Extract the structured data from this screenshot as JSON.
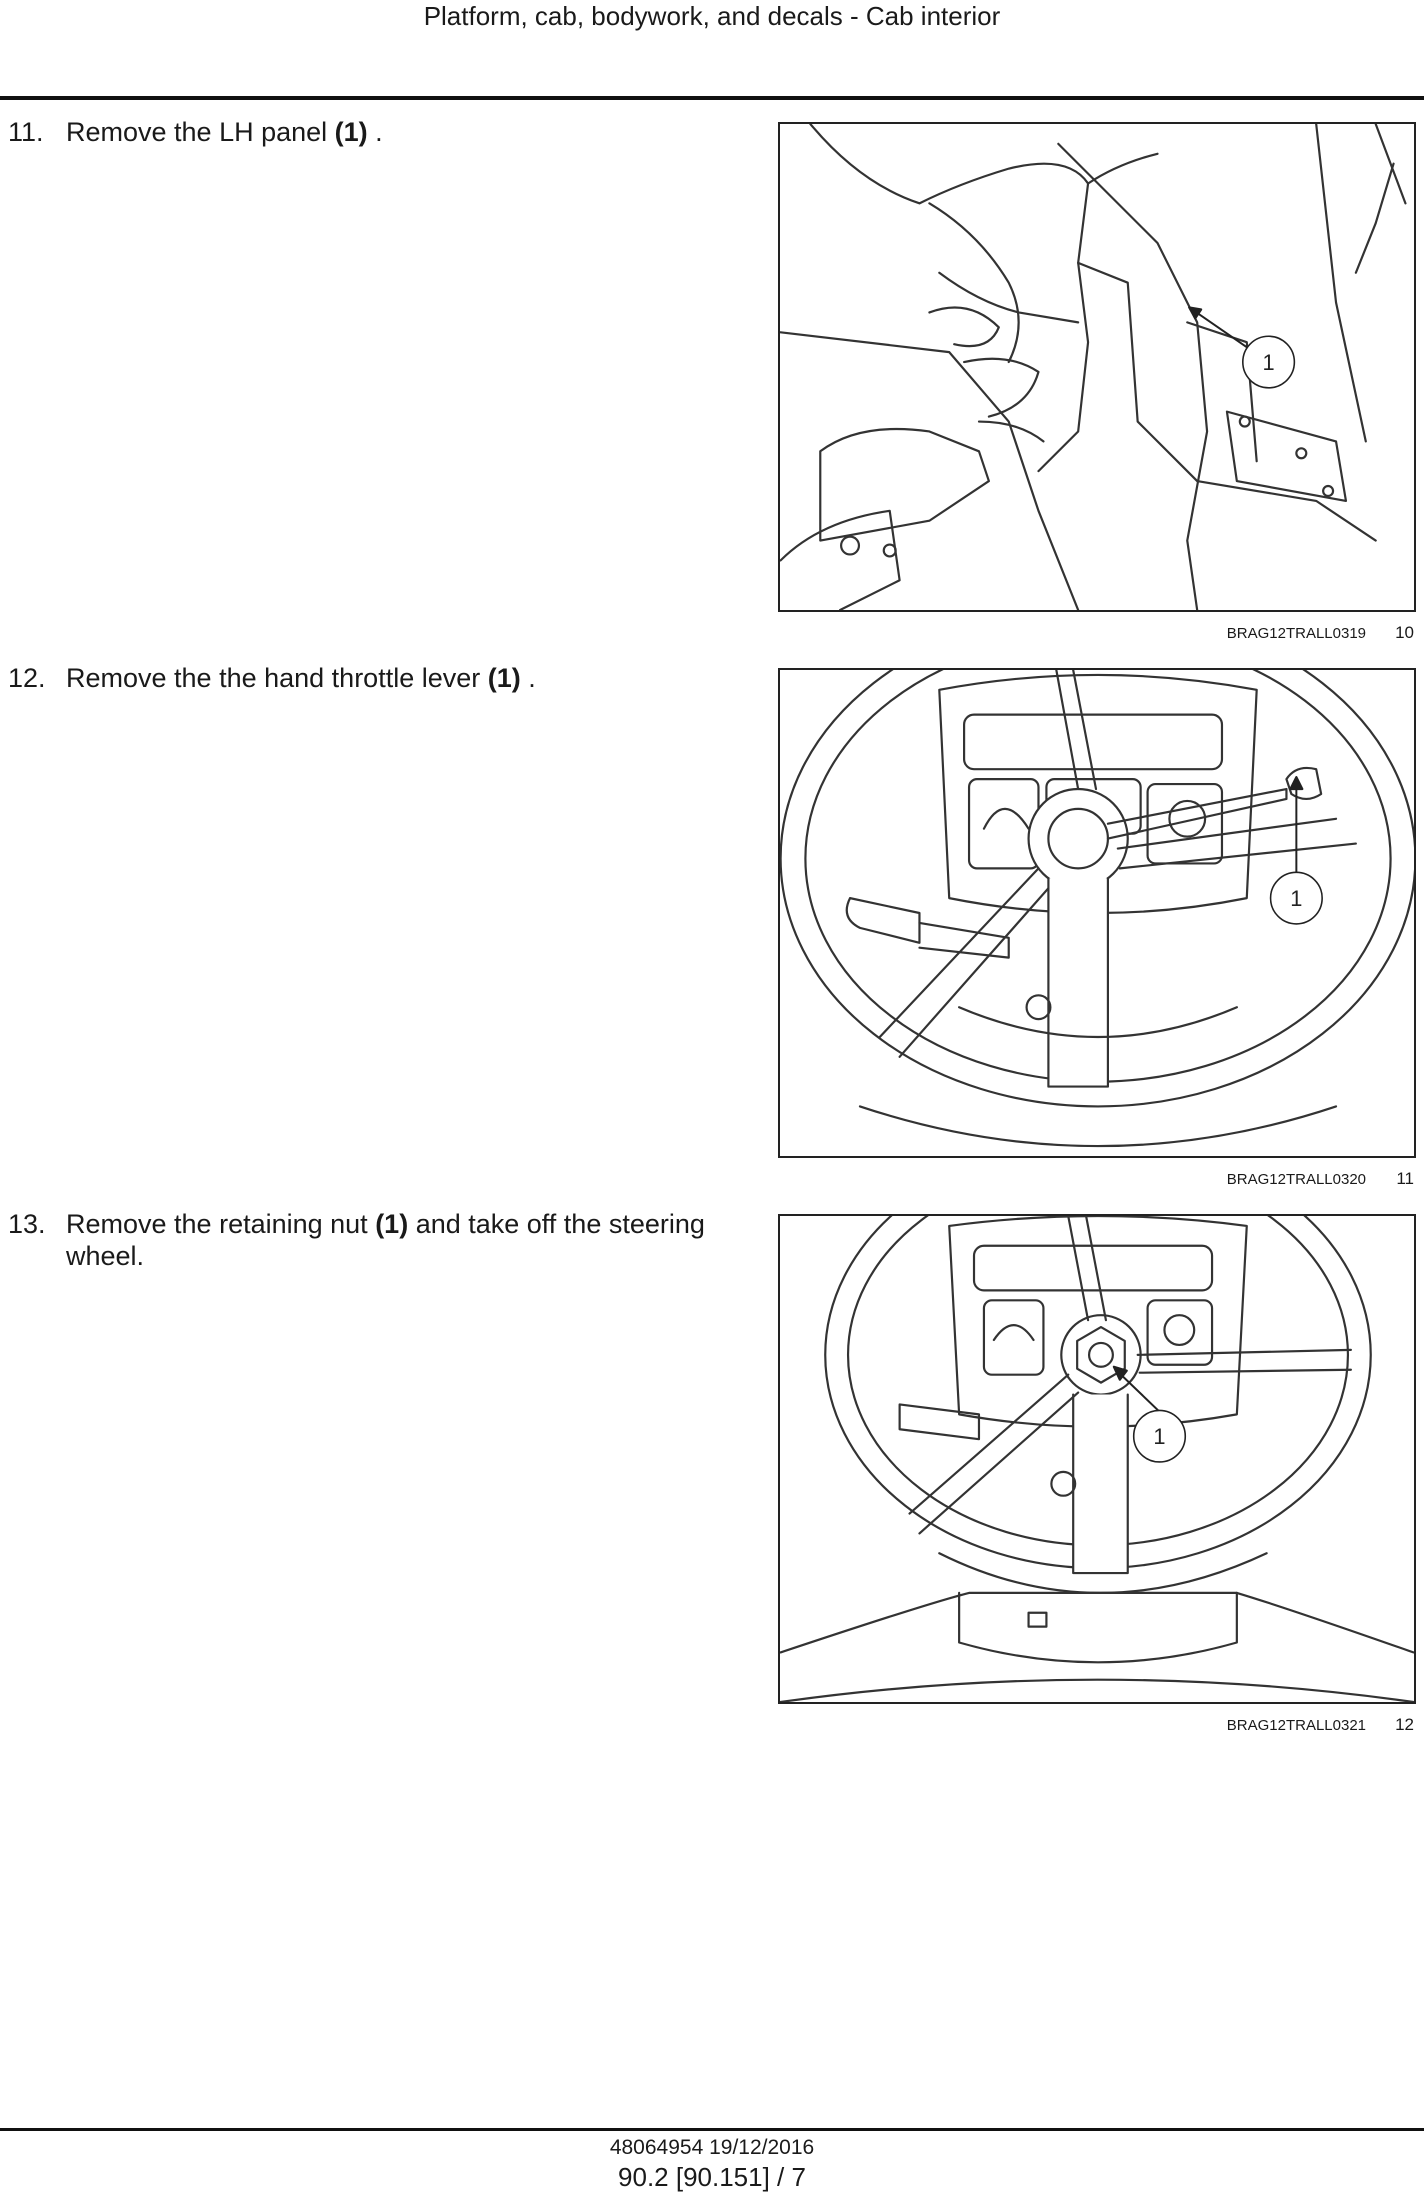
{
  "header": {
    "title": "Platform, cab, bodywork, and decals - Cab interior"
  },
  "steps": [
    {
      "number": "11.",
      "text_before": "Remove the LH panel ",
      "bold": "(1)",
      "text_after": " .",
      "figure": {
        "callout": "1",
        "code": "BRAG12TRALL0319",
        "number": "10"
      }
    },
    {
      "number": "12.",
      "text_before": "Remove the the hand throttle lever ",
      "bold": "(1)",
      "text_after": " .",
      "figure": {
        "callout": "1",
        "code": "BRAG12TRALL0320",
        "number": "11"
      }
    },
    {
      "number": "13.",
      "text_before": "Remove the retaining nut ",
      "bold": "(1)",
      "text_after": " and take off the steering wheel.",
      "figure": {
        "callout": "1",
        "code": "BRAG12TRALL0321",
        "number": "12"
      }
    }
  ],
  "footer": {
    "doc_ref": "48064954 19/12/2016",
    "page_ref": "90.2 [90.151] / 7"
  }
}
